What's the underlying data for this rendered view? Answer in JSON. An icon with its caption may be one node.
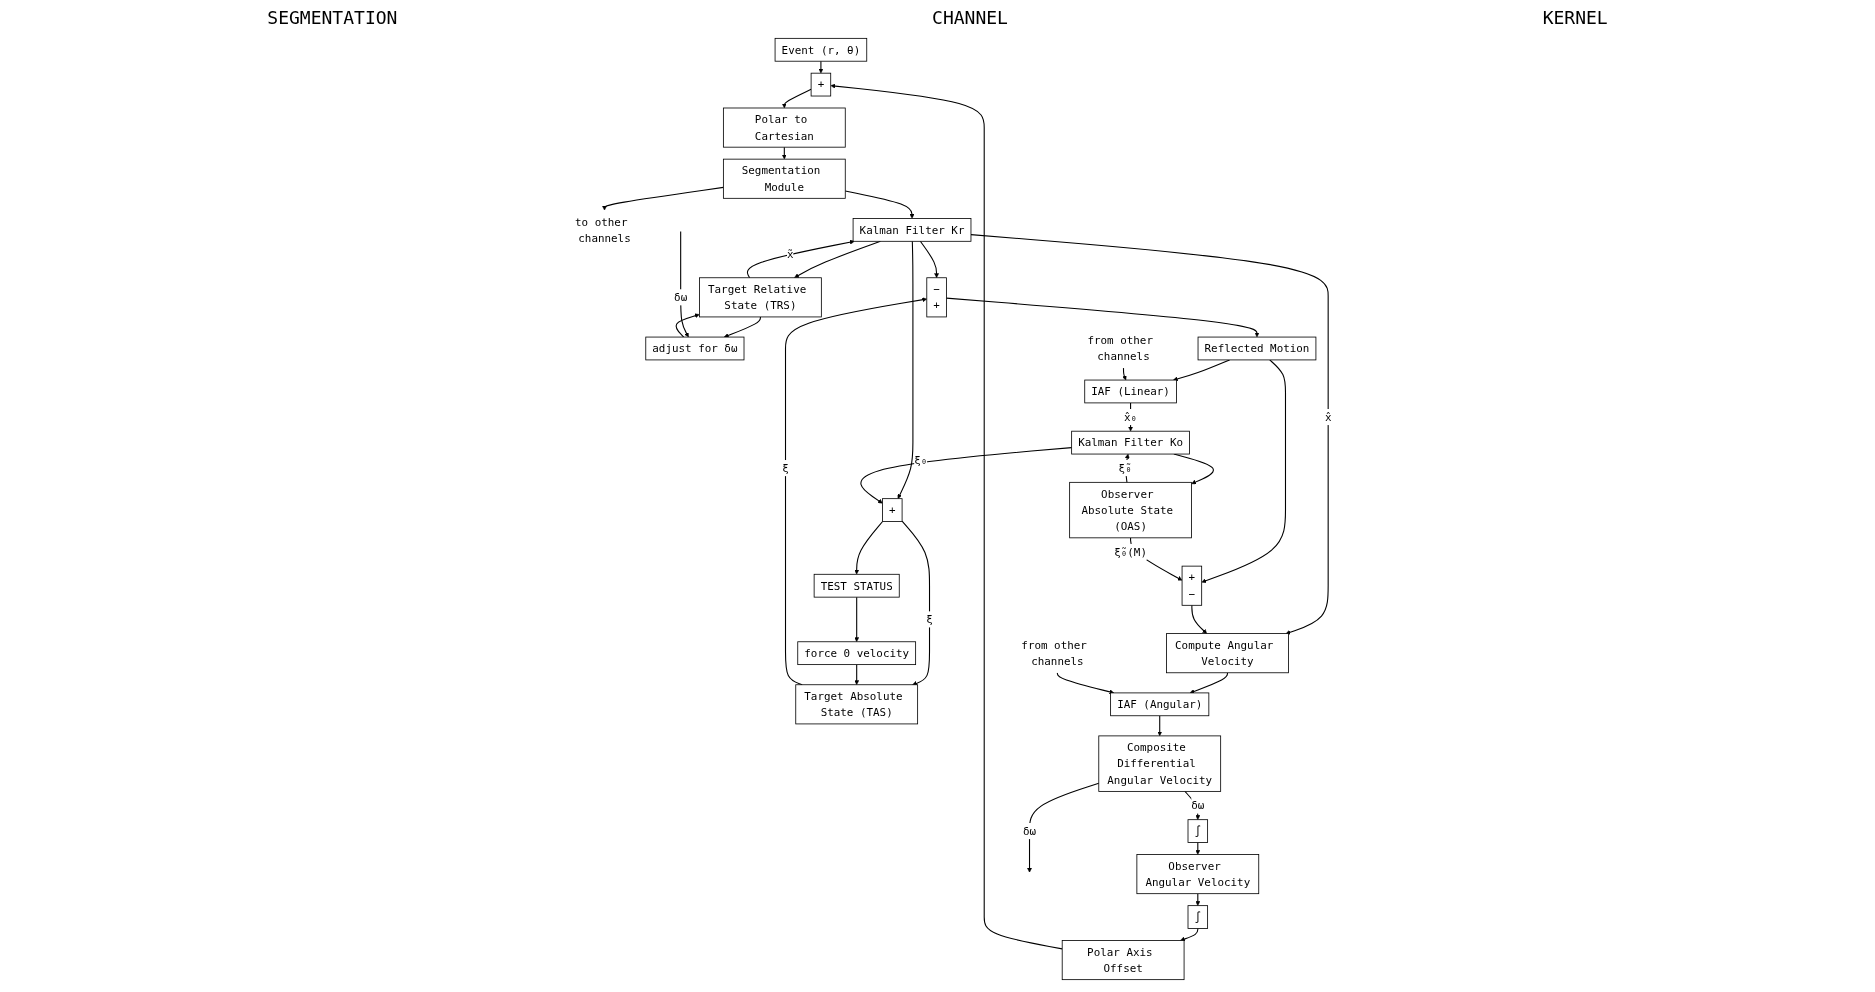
{
  "diagram": {
    "nodes": [
      {
        "text": [
          "Event (r, θ)"
        ]
      },
      {
        "text": [
          "+"
        ]
      },
      {
        "text": [
          "Polar to Cartesian"
        ]
      },
      {
        "text": [
          "Segmentation Module"
        ]
      },
      {
        "text": [
          "to other channels"
        ]
      },
      {
        "text": [
          "Kalman Filter Kr"
        ]
      },
      {
        "text": [
          "Target Relative State (TRS)"
        ]
      },
      {
        "text": [
          "adjust for δω̂"
        ]
      },
      {
        "text": [
          "Polar Axis Offset"
        ]
      },
      {
        "text": [
          "∫"
        ]
      },
      {
        "text": [
          "Observer Angular Velocity"
        ]
      },
      {
        "text": [
          "∫"
        ]
      },
      {
        "text": [
          "Composite Differential Angular Velocity"
        ]
      },
      {
        "text": [
          "Compute Angular Velocity"
        ]
      },
      {
        "text": [
          "−",
          "+"
        ]
      },
      {
        "text": [
          "Target Absolute State (TAS)"
        ]
      },
      {
        "text": [
          "+"
        ]
      },
      {
        "text": [
          "Reflected Motion"
        ]
      },
      {
        "text": [
          "+",
          "−"
        ]
      },
      {
        "text": [
          "force 0 velocity"
        ]
      },
      {
        "text": [
          "TEST STATUS"
        ]
      },
      {
        "text": [
          "IAF (Angular)"
        ]
      },
      {
        "text": [
          "IAF (Linear)"
        ]
      },
      {
        "text": [
          "from other channels"
        ]
      },
      {
        "text": [
          "Kalman Filter Ko"
        ]
      },
      {
        "text": [
          "Observer Absolute State (OAS)"
        ]
      },
      {
        "text": [
          "from other channels"
        ]
      }
    ],
    "edges": [
      {
        "from": 0,
        "to": 1,
        "arrow": "to"
      },
      {
        "from": 1,
        "to": 2,
        "arrow": "to"
      },
      {
        "from": 2,
        "to": 3,
        "arrow": "to"
      },
      {
        "from": 3,
        "to": 4,
        "arrow": "to"
      },
      {
        "from": 3,
        "to": 5,
        "arrow": "to"
      },
      {
        "from": 6,
        "to": 5,
        "arrow": "to",
        "label": "x̃"
      },
      {
        "from": 7,
        "to": 6,
        "arrow": "to"
      },
      {
        "from": 6,
        "to": 7,
        "arrow": "to"
      },
      {
        "from": null,
        "to": 7,
        "arrow": "to",
        "label": "δω̂"
      },
      {
        "from": 8,
        "to": 1,
        "arrow": "to"
      },
      {
        "from": 9,
        "to": 8,
        "arrow": "to"
      },
      {
        "from": 10,
        "to": 9,
        "arrow": "to"
      },
      {
        "from": 11,
        "to": 10,
        "arrow": "to"
      },
      {
        "from": 12,
        "to": 11,
        "arrow": "to",
        "label": "δω̂"
      },
      {
        "from": 12,
        "to": null,
        "arrow": "to",
        "label": "δω̂"
      },
      {
        "from": 5,
        "to": 14,
        "arrow": "to"
      },
      {
        "from": 5,
        "to": 13,
        "arrow": "to",
        "label": "x̂"
      },
      {
        "from": 5,
        "to": 6,
        "arrow": "to"
      },
      {
        "from": 5,
        "to": 16,
        "arrow": "to"
      },
      {
        "from": 15,
        "to": 14,
        "arrow": "to",
        "label": "ξ̃"
      },
      {
        "from": 16,
        "to": 15,
        "arrow": "to",
        "label": "ξ̂"
      },
      {
        "from": 16,
        "to": 20,
        "arrow": "to"
      },
      {
        "from": 20,
        "to": 19,
        "arrow": "to"
      },
      {
        "from": 19,
        "to": 15,
        "arrow": "to"
      },
      {
        "from": 14,
        "to": 17,
        "arrow": "to"
      },
      {
        "from": 17,
        "to": 18,
        "arrow": "to"
      },
      {
        "from": 17,
        "to": 22,
        "arrow": "to"
      },
      {
        "from": 18,
        "to": 13,
        "arrow": "to"
      },
      {
        "from": 13,
        "to": 21,
        "arrow": "to"
      },
      {
        "from": 21,
        "to": 12,
        "arrow": "to"
      },
      {
        "from": 26,
        "to": 21,
        "arrow": "to"
      },
      {
        "from": 23,
        "to": 22,
        "arrow": "to"
      },
      {
        "from": 22,
        "to": 24,
        "arrow": "to",
        "label": "x̂₀"
      },
      {
        "from": 24,
        "to": 16,
        "arrow": "to",
        "label": "ξ₀"
      },
      {
        "from": 24,
        "to": 25,
        "arrow": "to"
      },
      {
        "from": 25,
        "to": 24,
        "arrow": "to",
        "label": "ξ̃₀"
      },
      {
        "from": 25,
        "to": 18,
        "arrow": "to",
        "label": "ξ̃₀(M)"
      }
    ],
    "labels": [
      "SEGMENTATION",
      "CHANNEL",
      "KERNEL"
    ]
  }
}
